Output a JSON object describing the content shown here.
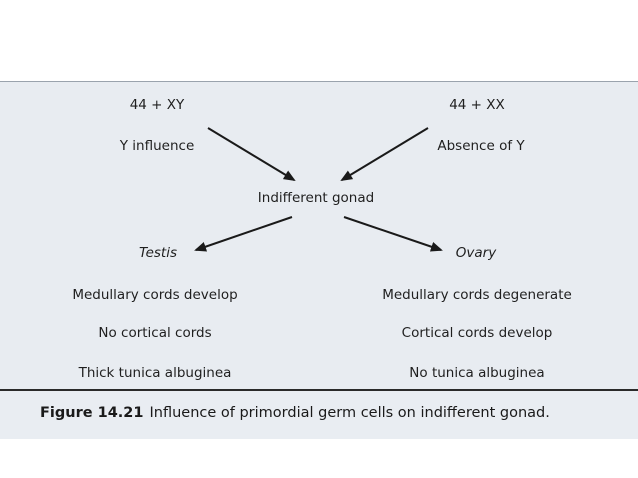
{
  "diagram": {
    "left_karyotype": "44 + XY",
    "right_karyotype": "44 + XX",
    "left_influence": "Y influence",
    "right_influence": "Absence of Y",
    "center_node": "Indifferent gonad",
    "left_outcome": "Testis",
    "right_outcome": "Ovary",
    "left_features": [
      "Medullary cords develop",
      "No cortical cords",
      "Thick tunica albuginea"
    ],
    "right_features": [
      "Medullary cords degenerate",
      "Cortical cords develop",
      "No tunica albuginea"
    ]
  },
  "caption": {
    "figure_number": "Figure 14.21",
    "text": "Influence of primordial germ cells on indifferent gonad."
  },
  "colors": {
    "panel": "#e8ecf1",
    "arrow": "#1a1a1a"
  }
}
